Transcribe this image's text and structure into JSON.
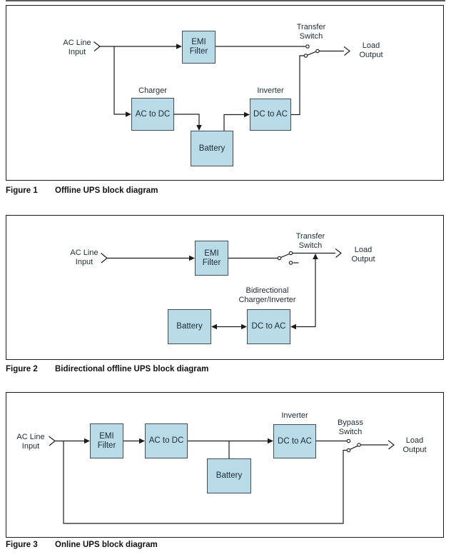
{
  "page": {
    "colors": {
      "box_fill": "#b9dbe7",
      "box_border": "#414e57",
      "wire": "#1c1c1c",
      "frame": "#1a1a1a",
      "text": "#1b2a36",
      "caption": "#101010",
      "hairline": "#5a5a5a"
    }
  },
  "fig1": {
    "caption": {
      "label": "Figure 1",
      "title": "Offline UPS block diagram"
    },
    "input": {
      "line1": "AC Line",
      "line2": "Input"
    },
    "emi": {
      "line1": "EMI",
      "line2": "Filter"
    },
    "charger_label": "Charger",
    "acdc": "AC to DC",
    "battery": "Battery",
    "inverter_label": "Inverter",
    "dcac": "DC to AC",
    "switch": {
      "line1": "Transfer",
      "line2": "Switch"
    },
    "load": {
      "line1": "Load",
      "line2": "Output"
    }
  },
  "fig2": {
    "caption": {
      "label": "Figure 2",
      "title": "Bidirectional offline UPS block diagram"
    },
    "input": {
      "line1": "AC Line",
      "line2": "Input"
    },
    "emi": {
      "line1": "EMI",
      "line2": "Filter"
    },
    "switch": {
      "line1": "Transfer",
      "line2": "Switch"
    },
    "load": {
      "line1": "Load",
      "line2": "Output"
    },
    "bidir": {
      "line1": "Bidirectional",
      "line2": "Charger/Inverter"
    },
    "battery": "Battery",
    "dcac": "DC to AC"
  },
  "fig3": {
    "caption": {
      "label": "Figure 3",
      "title": "Online UPS block diagram"
    },
    "input": {
      "line1": "AC Line",
      "line2": "Input"
    },
    "emi": {
      "line1": "EMI",
      "line2": "Filter"
    },
    "acdc": "AC to DC",
    "battery": "Battery",
    "inverter_label": "Inverter",
    "dcac": "DC to AC",
    "switch": {
      "line1": "Bypass",
      "line2": "Switch"
    },
    "load": {
      "line1": "Load",
      "line2": "Output"
    }
  }
}
